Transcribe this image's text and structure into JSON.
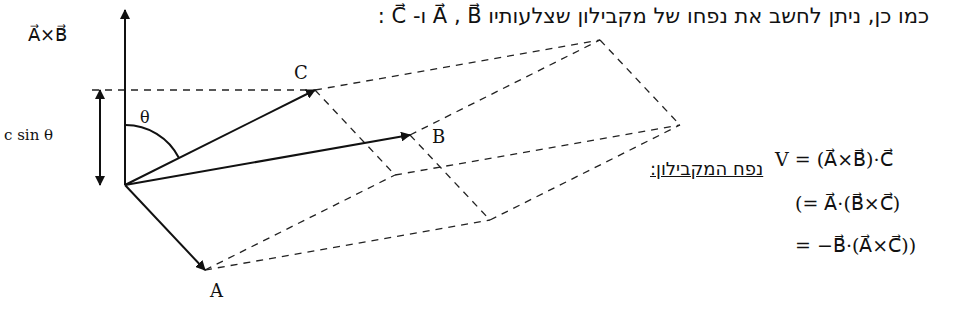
{
  "diagram": {
    "labels": [
      "כמו כן, ניתן לחשב את נפחו של מקבילון שצלעותיו A⃗ , B⃗ ו- C⃗ :",
      "A⃗×B⃗",
      "c sin θ",
      "θ",
      "C",
      "B",
      "A",
      "נפח המקבילון:",
      "V = (A⃗×B⃗)·C⃗",
      "(= A⃗·(B⃗×C⃗)",
      "= −B⃗·(A⃗×C⃗))"
    ]
  }
}
